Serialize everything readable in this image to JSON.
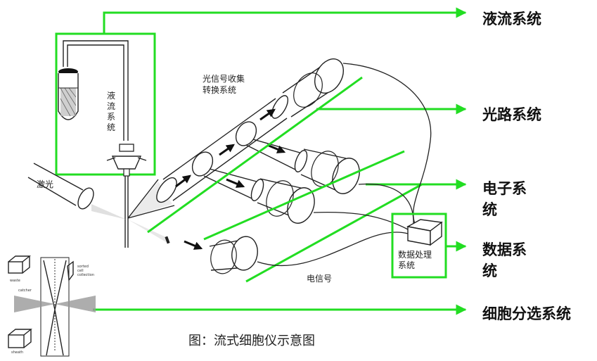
{
  "labels": {
    "fluidics": "液流系统",
    "optics": "光路系统",
    "electronics_line1": "电子系",
    "electronics_line2": "统",
    "data_line1": "数据系",
    "data_line2": "统",
    "sorting": "细胞分选系统"
  },
  "annotations": {
    "fluidics_vertical": [
      "液",
      "流",
      "系",
      "统"
    ],
    "laser": "激光",
    "light_signal_line1": "光信号收集",
    "light_signal_line2": "转换系统",
    "electric_signal": "电信号",
    "data_processing_line1": "数据处理",
    "data_processing_line2": "系统"
  },
  "sorter_inset": {
    "waste": "waste",
    "catcher": "catcher",
    "sorted_line1": "sorted",
    "sorted_line2": "cell",
    "sorted_line3": "collection",
    "sheath": "sheath"
  },
  "caption": "图：流式细胞仪示意图",
  "colors": {
    "accent_green": "#22dd22",
    "ink": "#222222"
  }
}
